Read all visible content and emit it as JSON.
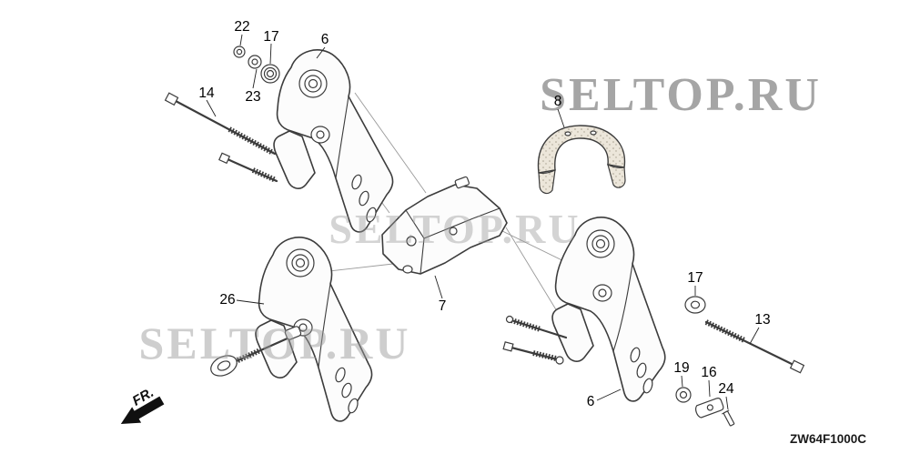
{
  "meta": {
    "background_color": "#ffffff",
    "line_color": "#3c3c3c",
    "watermark_color": "#8f8f8f"
  },
  "watermark": {
    "text": "SELTOP.RU"
  },
  "diagram": {
    "code": "ZW64F1000C",
    "fr_label": "FR.",
    "callouts": [
      {
        "label": "22"
      },
      {
        "label": "17"
      },
      {
        "label": "23"
      },
      {
        "label": "14"
      },
      {
        "label": "6"
      },
      {
        "label": "8"
      },
      {
        "label": "26"
      },
      {
        "label": "7"
      },
      {
        "label": "17"
      },
      {
        "label": "13"
      },
      {
        "label": "19"
      },
      {
        "label": "16"
      },
      {
        "label": "24"
      },
      {
        "label": "6"
      }
    ]
  }
}
